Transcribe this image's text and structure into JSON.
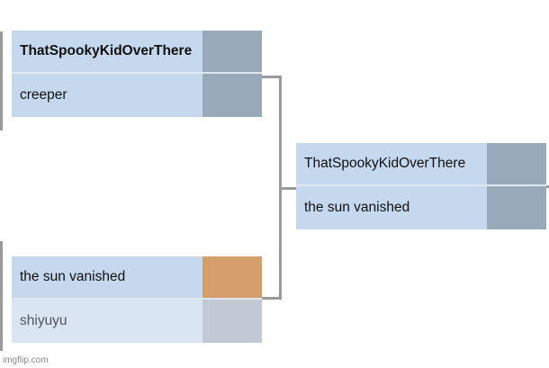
{
  "bracket": {
    "round1": [
      {
        "top": {
          "name": "ThatSpookyKidOverThere"
        },
        "bottom": {
          "name": "creeper"
        }
      },
      {
        "top": {
          "name": "the sun vanished"
        },
        "bottom": {
          "name": "shiyuyu"
        }
      }
    ],
    "round2": [
      {
        "top": {
          "name": "ThatSpookyKidOverThere"
        },
        "bottom": {
          "name": "the sun vanished"
        }
      }
    ]
  },
  "watermark": "imgflip.com",
  "colors": {
    "slot_blue": "#c5d8ee",
    "slot_light": "#d9e5f3",
    "score_gray": "#98a9b9",
    "score_light": "#c1cad4",
    "score_winner": "#d59f6d",
    "connector": "#9a9a9a"
  }
}
